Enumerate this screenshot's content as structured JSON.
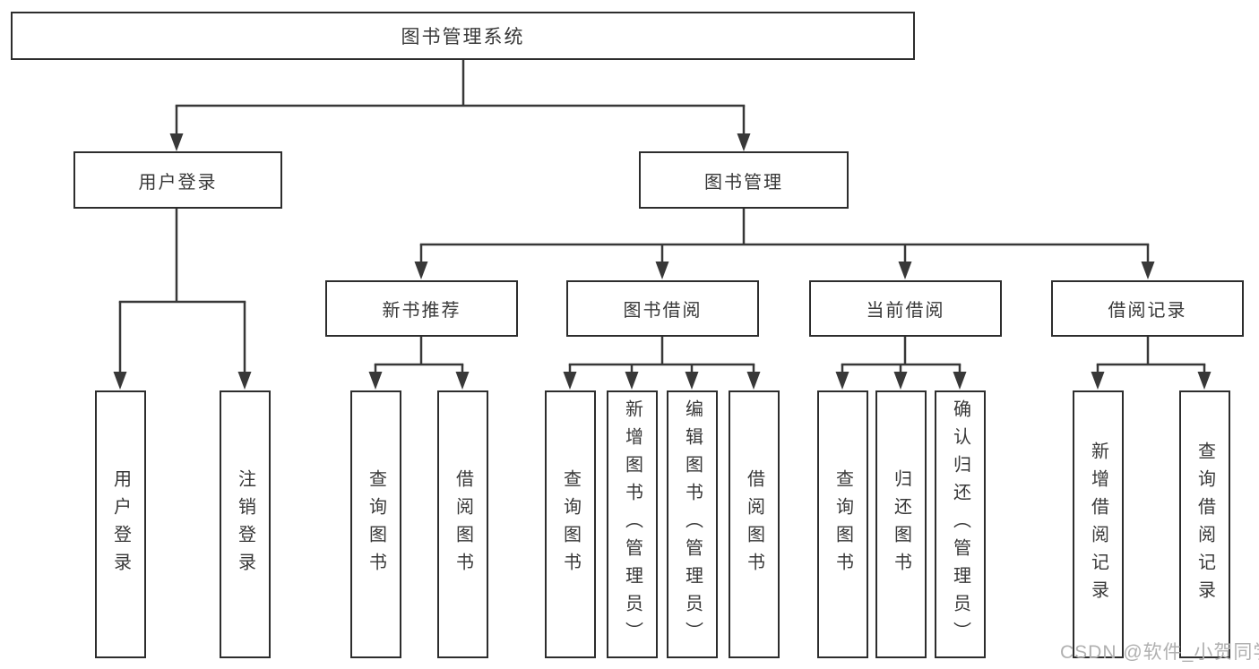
{
  "diagram": {
    "title": "图书管理系统",
    "colors": {
      "line": "#383838",
      "border": "#2d2d2d",
      "text": "#383838",
      "watermark": "#b0b0b0",
      "background": "#ffffff"
    },
    "tree": {
      "label": "图书管理系统",
      "children": [
        {
          "label": "用户登录",
          "children": [
            {
              "label": "用户登录"
            },
            {
              "label": "注销登录"
            }
          ]
        },
        {
          "label": "图书管理",
          "children": [
            {
              "label": "新书推荐",
              "children": [
                {
                  "label": "查询图书"
                },
                {
                  "label": "借阅图书"
                }
              ]
            },
            {
              "label": "图书借阅",
              "children": [
                {
                  "label": "查询图书"
                },
                {
                  "label": "新增图书（管理员）"
                },
                {
                  "label": "编辑图书（管理员）"
                },
                {
                  "label": "借阅图书"
                }
              ]
            },
            {
              "label": "当前借阅",
              "children": [
                {
                  "label": "查询图书"
                },
                {
                  "label": "归还图书"
                },
                {
                  "label": "确认归还（管理员）"
                }
              ]
            },
            {
              "label": "借阅记录",
              "children": [
                {
                  "label": "新增借阅记录"
                },
                {
                  "label": "查询借阅记录"
                }
              ]
            }
          ]
        }
      ]
    },
    "watermark": "CSDN @软件_小贺同学"
  }
}
